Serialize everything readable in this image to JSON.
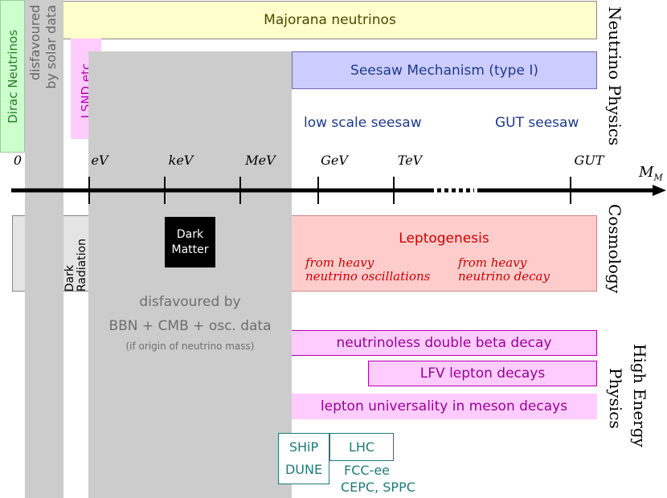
{
  "neutrino": {
    "dirac": "Dirac Neutrinos",
    "solar": [
      "disfavoured",
      "by solar data"
    ],
    "lsnd": "LSND etc.",
    "majorana": "Majorana neutrinos",
    "seesaw": "Seesaw Mechanism (type I)",
    "low_seesaw": "low scale seesaw",
    "gut_seesaw": "GUT seesaw",
    "section_label": "Neutrino Physics"
  },
  "axis": {
    "ticks": [
      "0",
      "eV",
      "keV",
      "MeV",
      "GeV",
      "TeV",
      "GUT"
    ],
    "variable": "M",
    "subscript": "M"
  },
  "cosmology": {
    "dark_radiation": [
      "Dark",
      "Radiation"
    ],
    "dark_matter": [
      "Dark",
      "Matter"
    ],
    "leptogenesis": "Leptogenesis",
    "osc": [
      "from heavy",
      "neutrino oscillations"
    ],
    "decay": [
      "from heavy",
      "neutrino decay"
    ],
    "section_label": "Cosmology"
  },
  "disfavoured": {
    "line1": "disfavoured by",
    "line2": "BBN + CMB + osc. data",
    "line3": "(if origin of neutrino mass)"
  },
  "hep": {
    "double_beta": "neutrinoless double beta decay",
    "lfv": "LFV lepton decays",
    "universality": "lepton universality in meson decays",
    "ship": "SHiP",
    "dune": "DUNE",
    "lhc": "LHC",
    "fcc": "FCC-ee",
    "cepc": "CEPC, SPPC",
    "section_label": [
      "High Energy",
      "Physics"
    ]
  },
  "colors": {
    "dirac": "#ccffcc",
    "grey": "#cccccc",
    "lsnd": "#ffccff",
    "majorana": "#ffffcc",
    "seesaw": "#ccccff",
    "leptogenesis": "#ffcccc",
    "hep": "#ffccff",
    "teal": "#1f7a7a"
  }
}
